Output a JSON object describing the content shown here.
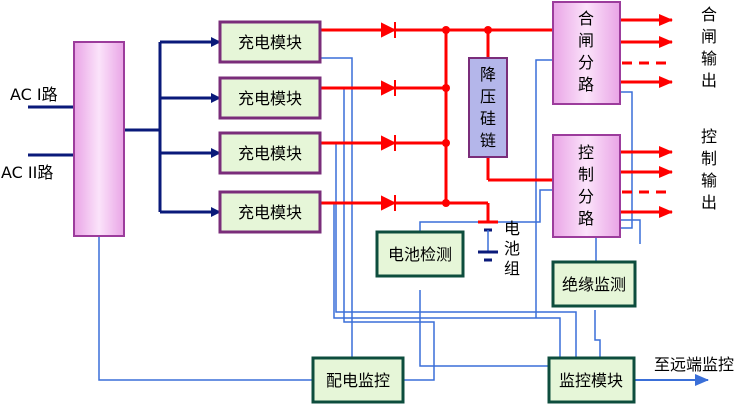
{
  "inputs": {
    "ac1": "AC I路",
    "ac2": "AC II路"
  },
  "charging_modules": [
    "充电模块",
    "充电模块",
    "充电模块",
    "充电模块"
  ],
  "step_down_chain": [
    "降",
    "压",
    "硅",
    "链"
  ],
  "closing_branch": [
    "合",
    "闸",
    "分",
    "路"
  ],
  "control_branch": [
    "控",
    "制",
    "分",
    "路"
  ],
  "closing_output": [
    "合",
    "闸",
    "输",
    "出"
  ],
  "control_output": [
    "控",
    "制",
    "输",
    "出"
  ],
  "battery_detect": "电池检测",
  "battery_group": [
    "电",
    "池",
    "组"
  ],
  "insulation_monitor": "绝缘监测",
  "distribution_monitor": "配电监控",
  "monitor_module": "监控模块",
  "remote_monitor": "至远端监控",
  "colors": {
    "power_line": "#ff0000",
    "ac_line": "#0a1a7a",
    "signal_line": "#3a6fd8",
    "module_fill": "#e6f6d8",
    "module_border": "#7a2d7a",
    "dark_border": "#0d4d3d",
    "pink_fill": "#f3b6f0",
    "chain_fill": "#b4b6ea"
  }
}
